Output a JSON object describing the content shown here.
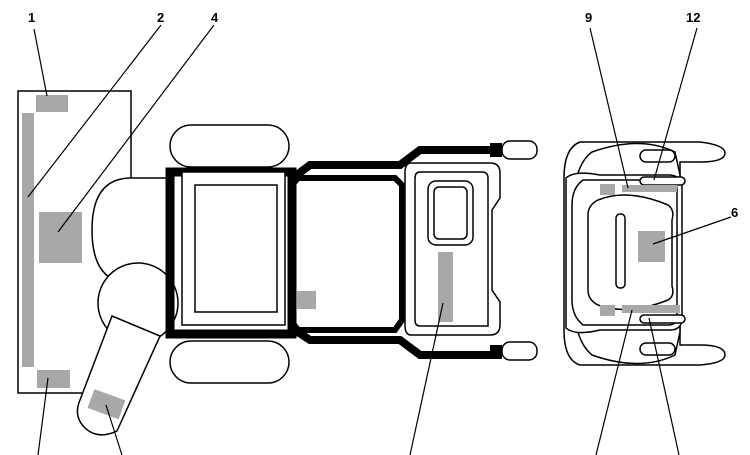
{
  "callouts": {
    "c1": "1",
    "c2": "2",
    "c4": "4",
    "c6": "6",
    "c9": "9",
    "c12": "12"
  },
  "colors": {
    "label_area": "#a8a8a8",
    "outline": "#000000",
    "background": "#ffffff"
  }
}
